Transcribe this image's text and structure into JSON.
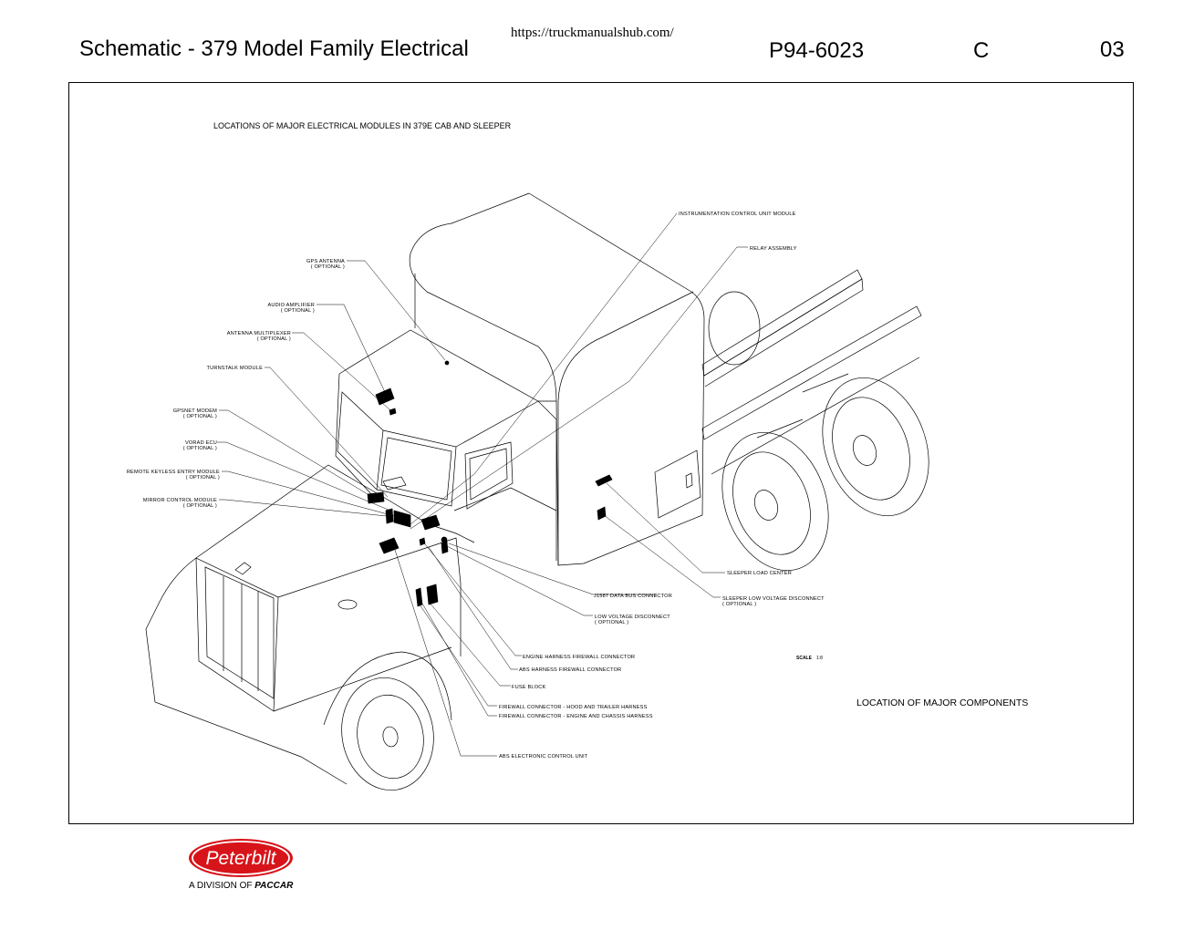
{
  "header": {
    "title": "Schematic - 379 Model Family Electrical",
    "url": "https://truckmanualshub.com/",
    "part_number": "P94-6023",
    "revision": "C",
    "page": "03"
  },
  "diagram": {
    "title": "LOCATIONS  OF  MAJOR  ELECTRICAL  MODULES  IN  379E  CAB  AND  SLEEPER",
    "caption": "LOCATION  OF  MAJOR  COMPONENTS",
    "scale_label": "SCALE",
    "scale_value": "1:8",
    "labels": {
      "icu": "INSTRUMENTATION  CONTROL  UNIT  MODULE",
      "relay": "RELAY  ASSEMBLY",
      "gps": "GPS  ANTENNA",
      "gps_opt": "( OPTIONAL )",
      "audio": "AUDIO  AMPLIFIER",
      "audio_opt": "( OPTIONAL )",
      "antenna": "ANTENNA  MULTIPLEXER",
      "antenna_opt": "( OPTIONAL )",
      "turnstalk": "TURNSTALK  MODULE",
      "gpsnet": "GPSNET  MODEM",
      "gpsnet_opt": "( OPTIONAL )",
      "vorad": "VORAD  ECU",
      "vorad_opt": "( OPTIONAL )",
      "rke": "REMOTE  KEYLESS  ENTRY  MODULE",
      "rke_opt": "( OPTIONAL )",
      "mirror": "MIRROR  CONTROL  MODULE",
      "mirror_opt": "( OPTIONAL )",
      "sleeper_lc": "SLEEPER  LOAD  CENTER",
      "sleeper_lvd": "SLEEPER  LOW  VOLTAGE  DISCONNECT",
      "sleeper_lvd_opt": "( OPTIONAL )",
      "j1587": "J1587  DATA  BUS  CONNECTOR",
      "lvd": "LOW  VOLTAGE  DISCONNECT",
      "lvd_opt": "( OPTIONAL )",
      "engine_fw": "ENGINE  HARNESS  FIREWALL  CONNECTOR",
      "abs_fw": "ABS  HARNESS  FIREWALL  CONNECTOR",
      "fuse": "FUSE  BLOCK",
      "fw_hood": "FIREWALL  CONNECTOR - HOOD  AND  TRAILER  HARNESS",
      "fw_engine": "FIREWALL  CONNECTOR - ENGINE  AND  CHASSIS  HARNESS",
      "abs_ecu": "ABS  ELECTRONIC  CONTROL  UNIT"
    }
  },
  "logo": {
    "brand": "Peterbilt",
    "division_prefix": "A DIVISION OF",
    "division_brand": "PACCAR",
    "color": "#d7141a"
  }
}
